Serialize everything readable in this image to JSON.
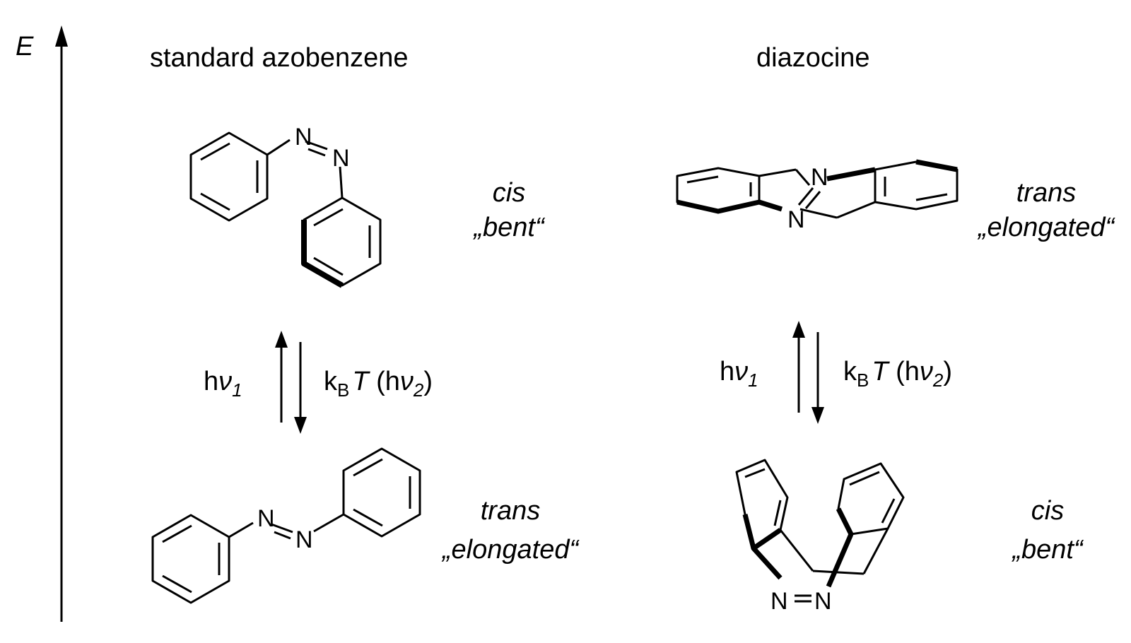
{
  "figure": {
    "axis_label": "E",
    "left": {
      "heading": "standard azobenzene",
      "top_state": {
        "form": "cis",
        "shape": "„bent“"
      },
      "bottom_state": {
        "form": "trans",
        "shape": "„elongated“"
      }
    },
    "right": {
      "heading": "diazocine",
      "top_state": {
        "form": "trans",
        "shape": "„elongated“"
      },
      "bottom_state": {
        "form": "cis",
        "shape": "„bent“"
      }
    },
    "equilibrium": {
      "forward_prefix": "h",
      "forward_nu": "ν",
      "forward_sub": "1",
      "reverse_k": "k",
      "reverse_k_sub": "B",
      "reverse_T": "T",
      "reverse_open": " (h",
      "reverse_nu": "ν",
      "reverse_nu_sub": "2",
      "reverse_close": ")"
    },
    "atom_label": "N",
    "colors": {
      "ink": "#000000",
      "background": "#ffffff"
    }
  }
}
